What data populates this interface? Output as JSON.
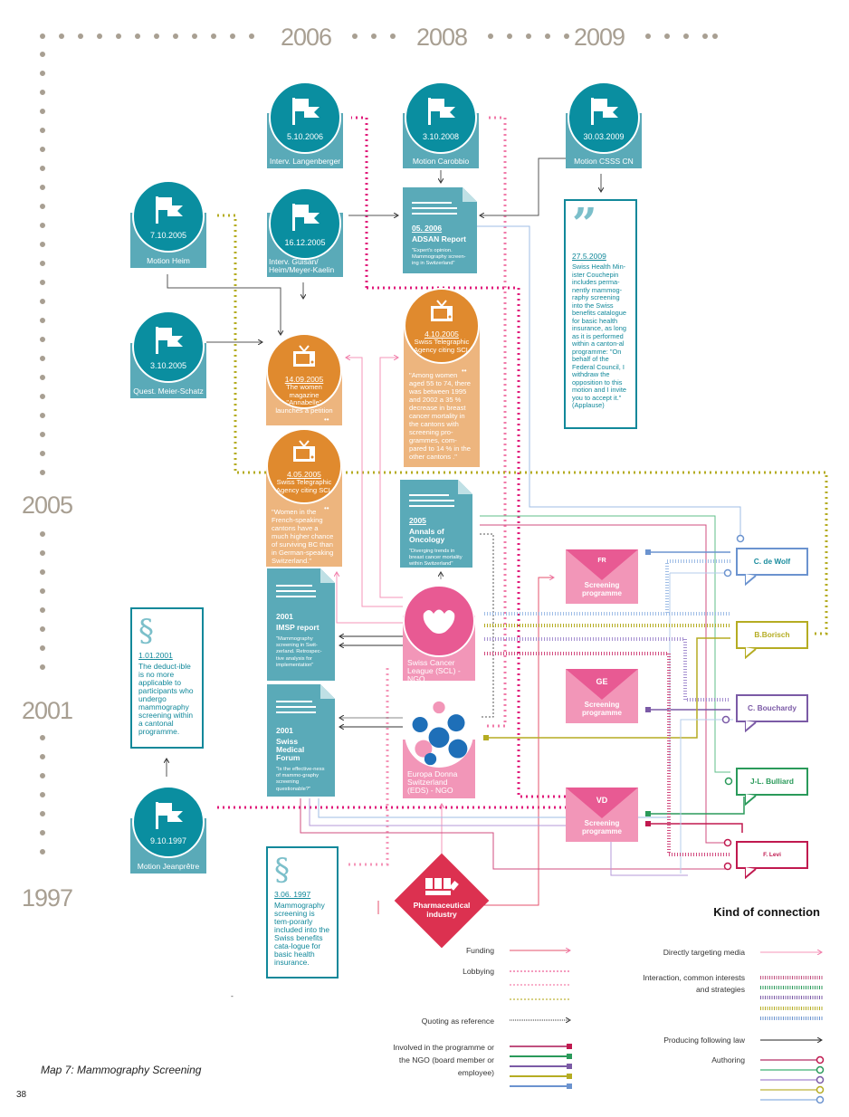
{
  "timeline": {
    "years_top": [
      "2006",
      "2008",
      "2009"
    ],
    "years_left": [
      "2005",
      "2001",
      "1997"
    ]
  },
  "flags": [
    {
      "date": "5.10.2006",
      "label": "Interv. Langenberger"
    },
    {
      "date": "3.10.2008",
      "label": "Motion Carobbio"
    },
    {
      "date": "30.03.2009",
      "label": "Motion CSSS CN"
    },
    {
      "date": "7.10.2005",
      "label": "Motion Heim"
    },
    {
      "date": "16.12.2005",
      "label": "Interv. Guisan/ Heim/Meyer-Kaelin"
    },
    {
      "date": "3.10.2005",
      "label": "Quest. Meier-Schatz"
    },
    {
      "date": "9.10.1997",
      "label": "Motion Jeanprêtre"
    }
  ],
  "media": [
    {
      "date": "14.09.2005",
      "title": "The women magazine \"Annabelle\" launches a petition",
      "quote": ""
    },
    {
      "date": "4.10.2005",
      "title": "Swiss Telegraphic Agency citing SCL",
      "quote": "\"Among women aged 55 to 74, there was between 1995 and 2002 a 35 % decrease in breast cancer mortality in the cantons with screening pro-grammes, com-pared to 14 % in the other cantons .\""
    },
    {
      "date": "4.05.2005",
      "title": "Swiss Telegraphic Agency citing SCL",
      "quote": "\"Women in the French-speaking cantons have a much higher chance of surviving BC than in German-speaking Switzerland.\""
    }
  ],
  "docs": [
    {
      "year": "05. 2006",
      "name": "ADSAN Report",
      "quote": "\"Expert's opinion. Mammography screen-ing in Switzerland\""
    },
    {
      "year": "2005",
      "name": "Annals of Oncology",
      "quote": "\"Diverging trends in breast cancer mortality within Switzerland\""
    },
    {
      "year": "2001",
      "name": "IMSP report",
      "quote": "\"Mammography screening in Swit-zerland. Retrospec-tive analysis for implementation\""
    },
    {
      "year": "2001",
      "name": "Swiss Medical Forum",
      "quote": "\"Is the effective-ness of mammo-graphy screening questionable?\""
    }
  ],
  "laws": [
    {
      "symbol": "”",
      "date": "27.5.2009",
      "text": "Swiss Health Min-ister Couchepin includes perma-nently mammog-raphy screening into the Swiss benefits catalogue for basic health insurance, as long as it is performed within a canton-al programme: \"On behalf of the Federal Council, I withdraw the opposition to this motion and I invite you to accept it.\" (Applause)"
    },
    {
      "symbol": "§",
      "date": "1.01.2001",
      "text": "The deduct-ible is no more applicable to participants who undergo mammography screening within a cantonal programme."
    },
    {
      "symbol": "§",
      "date": "3.06. 1997",
      "text": "Mammography screening is tem-porarly included into the Swiss benefits cata-logue for basic health insurance."
    }
  ],
  "ngos": [
    {
      "name": "Swiss Cancer League (SCL) - NGO"
    },
    {
      "name": "Europa Donna Switzerland (EDS) - NGO"
    }
  ],
  "pharma": {
    "name": "Pharmaceutical industry"
  },
  "programmes": [
    {
      "code": "FR",
      "label": "Screening programme"
    },
    {
      "code": "GE",
      "label": "Screening programme"
    },
    {
      "code": "VD",
      "label": "Screening programme"
    }
  ],
  "people": [
    {
      "name": "C. de Wolf",
      "color": "#6b93cf"
    },
    {
      "name": "B.Borisch",
      "color": "#b5ac22"
    },
    {
      "name": "C. Bouchardy",
      "color": "#7b5aa6"
    },
    {
      "name": "J-L. Bulliard",
      "color": "#2a9a5a"
    },
    {
      "name": "F. Levi",
      "color": "#c0194f"
    }
  ],
  "legend": {
    "title": "Kind of connection",
    "funding": "Funding",
    "lobbying": "Lobbying",
    "dash": "-",
    "quoting": "Quoting as reference",
    "involved": "Involved in the programme or the NGO (board member or employee)",
    "media": "Directly targeting media",
    "interaction": "Interaction, common interests and strategies",
    "law": "Producing following law",
    "authoring": "Authoring"
  },
  "caption": "Map 7: Mammography Screening",
  "page_number": "38"
}
